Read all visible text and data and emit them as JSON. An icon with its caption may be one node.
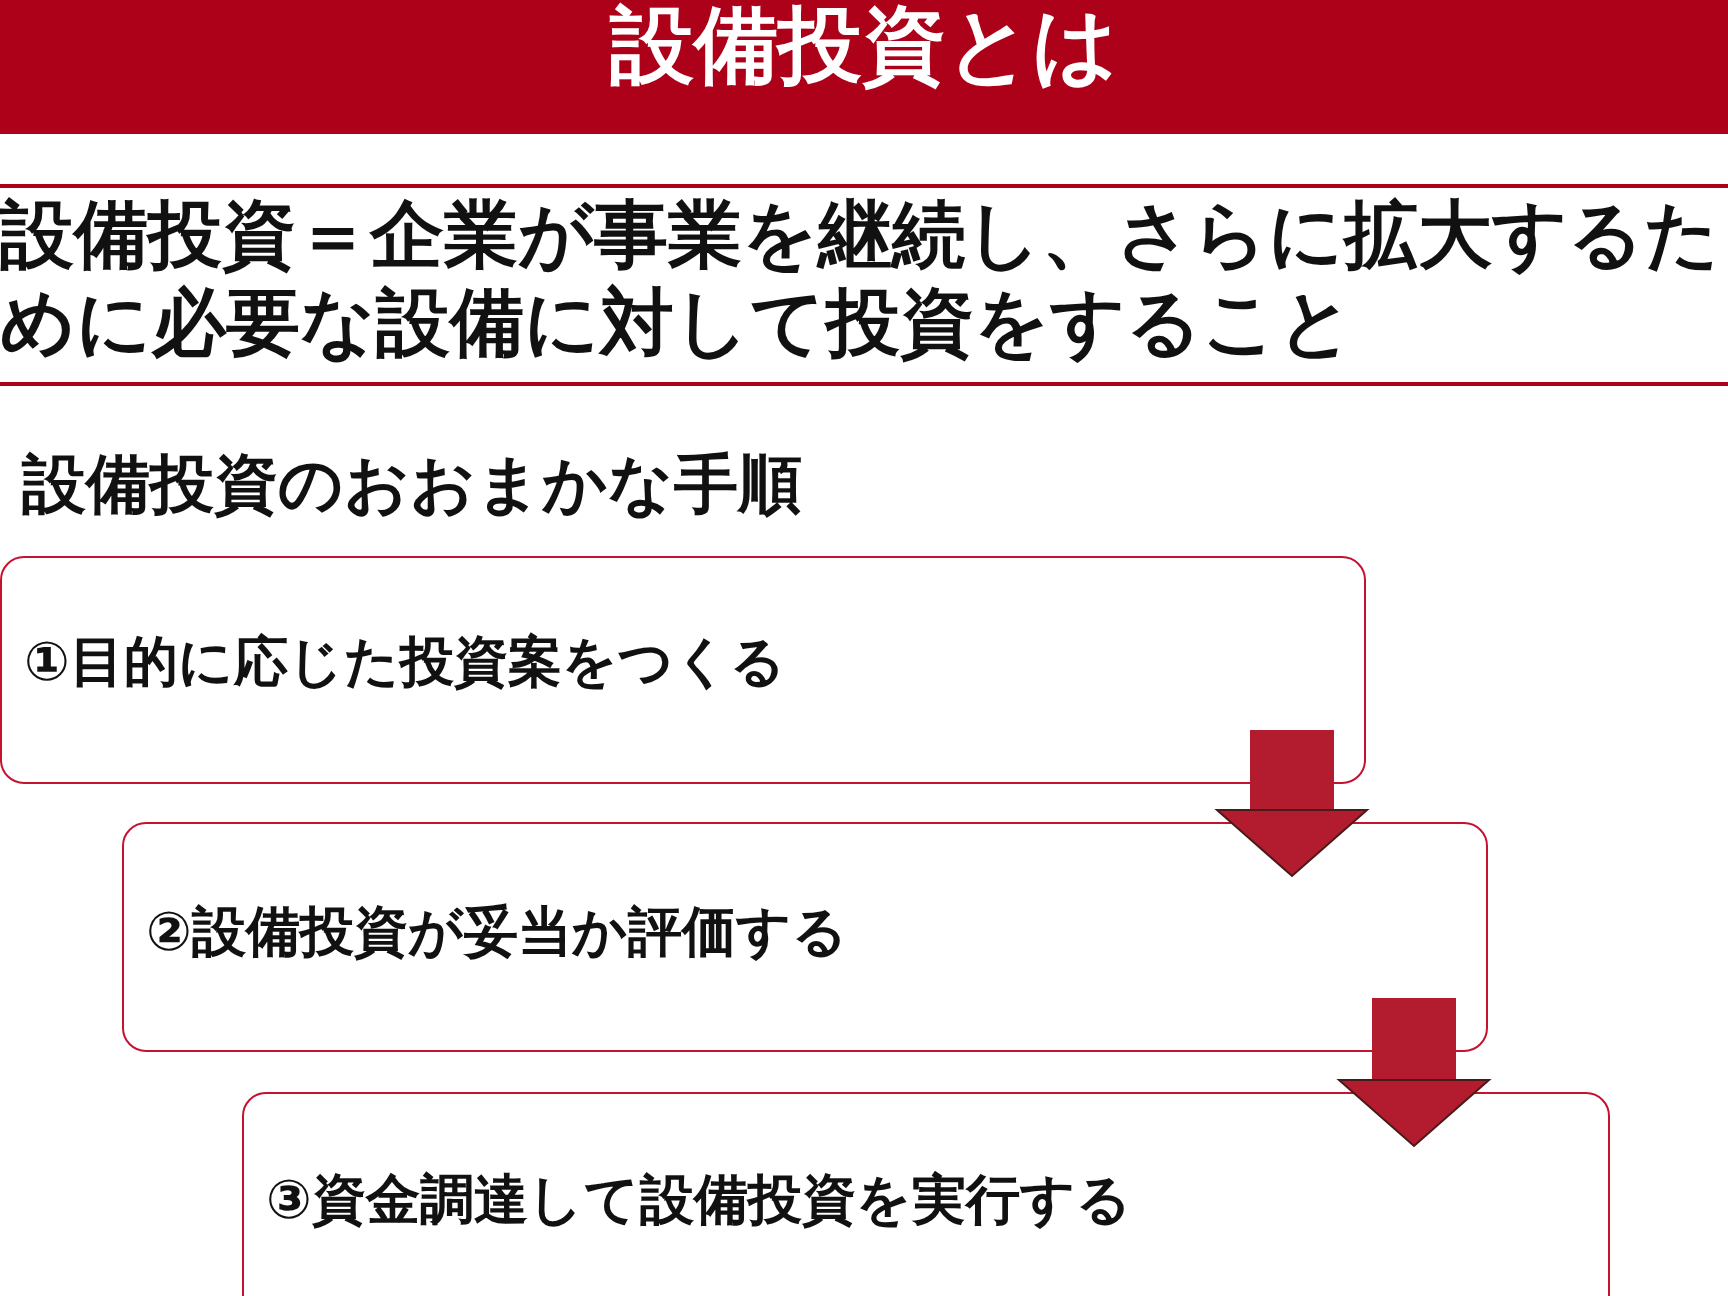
{
  "diagram": {
    "title": "設備投資とは",
    "nodes": [
      {
        "text": [
          "設備投資＝企業が事業を継続し、さらに拡大するために必要な設備に対して投資をすること"
        ]
      },
      {
        "text": [
          "①目的に応じた投資案をつくる"
        ]
      },
      {
        "text": [
          "②設備投資が妥当か評価する"
        ]
      },
      {
        "text": [
          "③資金調達して設備投資を実行する"
        ]
      }
    ],
    "edges": [
      {
        "from": 1,
        "to": 2,
        "arrow": "to"
      },
      {
        "from": 2,
        "to": 3,
        "arrow": "to"
      }
    ],
    "labels": [
      "設備投資のおおまかな手順"
    ]
  }
}
